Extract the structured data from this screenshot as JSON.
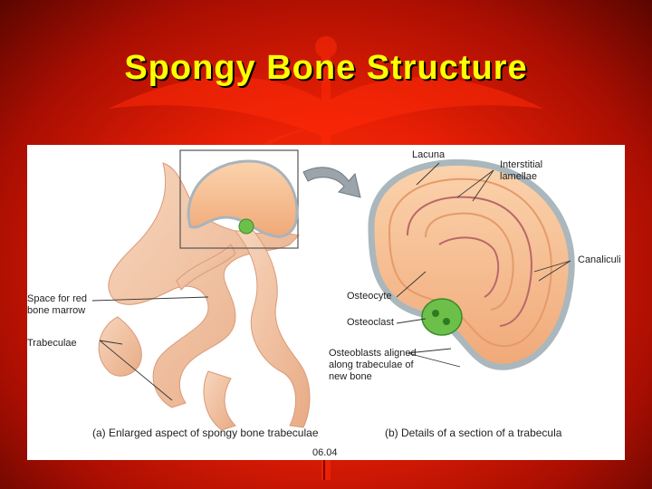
{
  "slide": {
    "title": "Spongy Bone Structure",
    "figure_code": "06.04"
  },
  "labels": {
    "space_marrow_1": "Space for red",
    "space_marrow_2": "bone marrow",
    "trabeculae": "Trabeculae",
    "lacuna": "Lacuna",
    "interstitial_1": "Interstitial",
    "interstitial_2": "lamellae",
    "canaliculi": "Canaliculi",
    "osteocyte": "Osteocyte",
    "osteoclast": "Osteoclast",
    "osteoblasts_1": "Osteoblasts aligned",
    "osteoblasts_2": "along trabeculae of",
    "osteoblasts_3": "new bone"
  },
  "captions": {
    "a": "(a) Enlarged aspect of spongy bone trabeculae",
    "b": "(b) Details of a section of a trabecula"
  },
  "colors": {
    "background": "#e81f05",
    "title": "#ffff00",
    "bone": "#f2c6a6",
    "lamella": "#f4b98a",
    "osteoclast": "#6cc04a",
    "osteoblast": "#b9c6cc"
  }
}
